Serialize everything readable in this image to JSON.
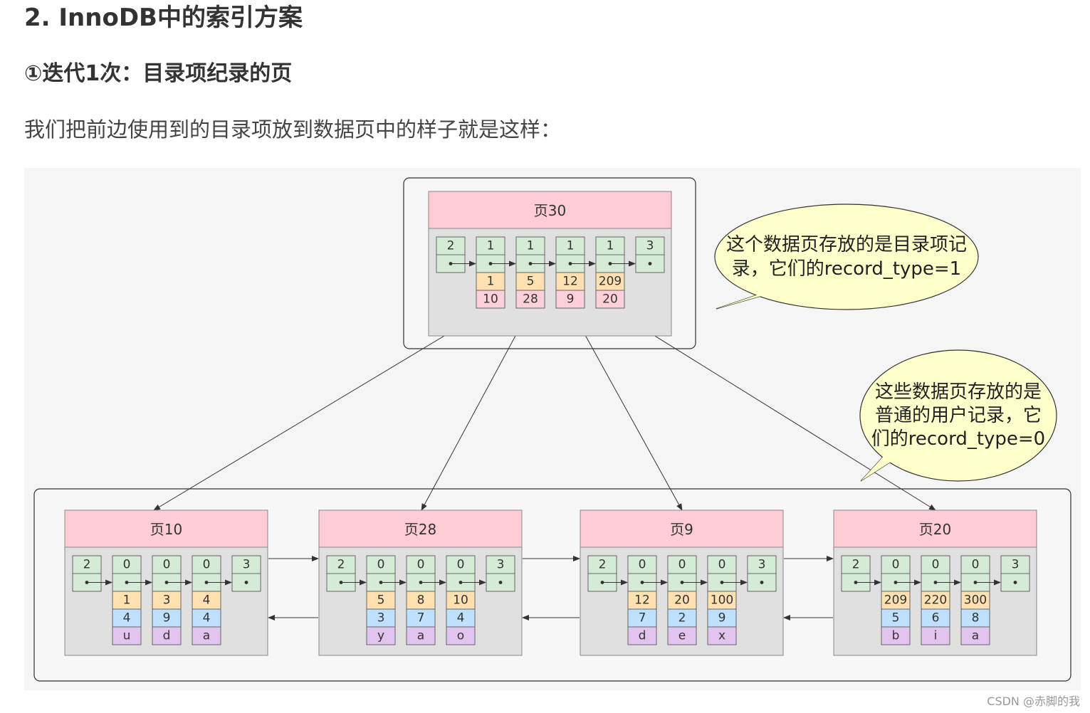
{
  "heading2": "2. InnoDB中的索引方案",
  "heading3": "①迭代1次：目录项纪录的页",
  "paragraph": "我们把前边使用到的目录项放到数据页中的样子就是这样：",
  "watermark": "CSDN @赤脚的我",
  "colors": {
    "header": "#ffccd5",
    "green": "#d5ebd5",
    "orange": "#ffe0b0",
    "pink": "#ffd0da",
    "blue": "#bfe0ff",
    "purple": "#e3c4ee",
    "bubble": "#ffffcc",
    "body": "#e0e0e0"
  },
  "root_page": {
    "title": "页30",
    "records": [
      {
        "type": "2"
      },
      {
        "type": "1",
        "key": "1",
        "page": "10"
      },
      {
        "type": "1",
        "key": "5",
        "page": "28"
      },
      {
        "type": "1",
        "key": "12",
        "page": "9"
      },
      {
        "type": "1",
        "key": "209",
        "page": "20"
      },
      {
        "type": "3"
      }
    ]
  },
  "leaf_pages": [
    {
      "title": "页10",
      "records": [
        {
          "type": "2"
        },
        {
          "type": "0",
          "c1": "1",
          "c2": "4",
          "c3": "u"
        },
        {
          "type": "0",
          "c1": "3",
          "c2": "9",
          "c3": "d"
        },
        {
          "type": "0",
          "c1": "4",
          "c2": "4",
          "c3": "a"
        },
        {
          "type": "3"
        }
      ]
    },
    {
      "title": "页28",
      "records": [
        {
          "type": "2"
        },
        {
          "type": "0",
          "c1": "5",
          "c2": "3",
          "c3": "y"
        },
        {
          "type": "0",
          "c1": "8",
          "c2": "7",
          "c3": "a"
        },
        {
          "type": "0",
          "c1": "10",
          "c2": "4",
          "c3": "o"
        },
        {
          "type": "3"
        }
      ]
    },
    {
      "title": "页9",
      "records": [
        {
          "type": "2"
        },
        {
          "type": "0",
          "c1": "12",
          "c2": "7",
          "c3": "d"
        },
        {
          "type": "0",
          "c1": "20",
          "c2": "2",
          "c3": "e"
        },
        {
          "type": "0",
          "c1": "100",
          "c2": "9",
          "c3": "x"
        },
        {
          "type": "3"
        }
      ]
    },
    {
      "title": "页20",
      "records": [
        {
          "type": "2"
        },
        {
          "type": "0",
          "c1": "209",
          "c2": "5",
          "c3": "b"
        },
        {
          "type": "0",
          "c1": "220",
          "c2": "6",
          "c3": "i"
        },
        {
          "type": "0",
          "c1": "300",
          "c2": "8",
          "c3": "a"
        },
        {
          "type": "3"
        }
      ]
    }
  ],
  "bubbles": [
    {
      "lines": [
        "这个数据页存放的是目录项记",
        "录，它们的record_type=1"
      ]
    },
    {
      "lines": [
        "这些数据页存放的是",
        "普通的用户记录，它",
        "们的record_type=0"
      ]
    }
  ]
}
